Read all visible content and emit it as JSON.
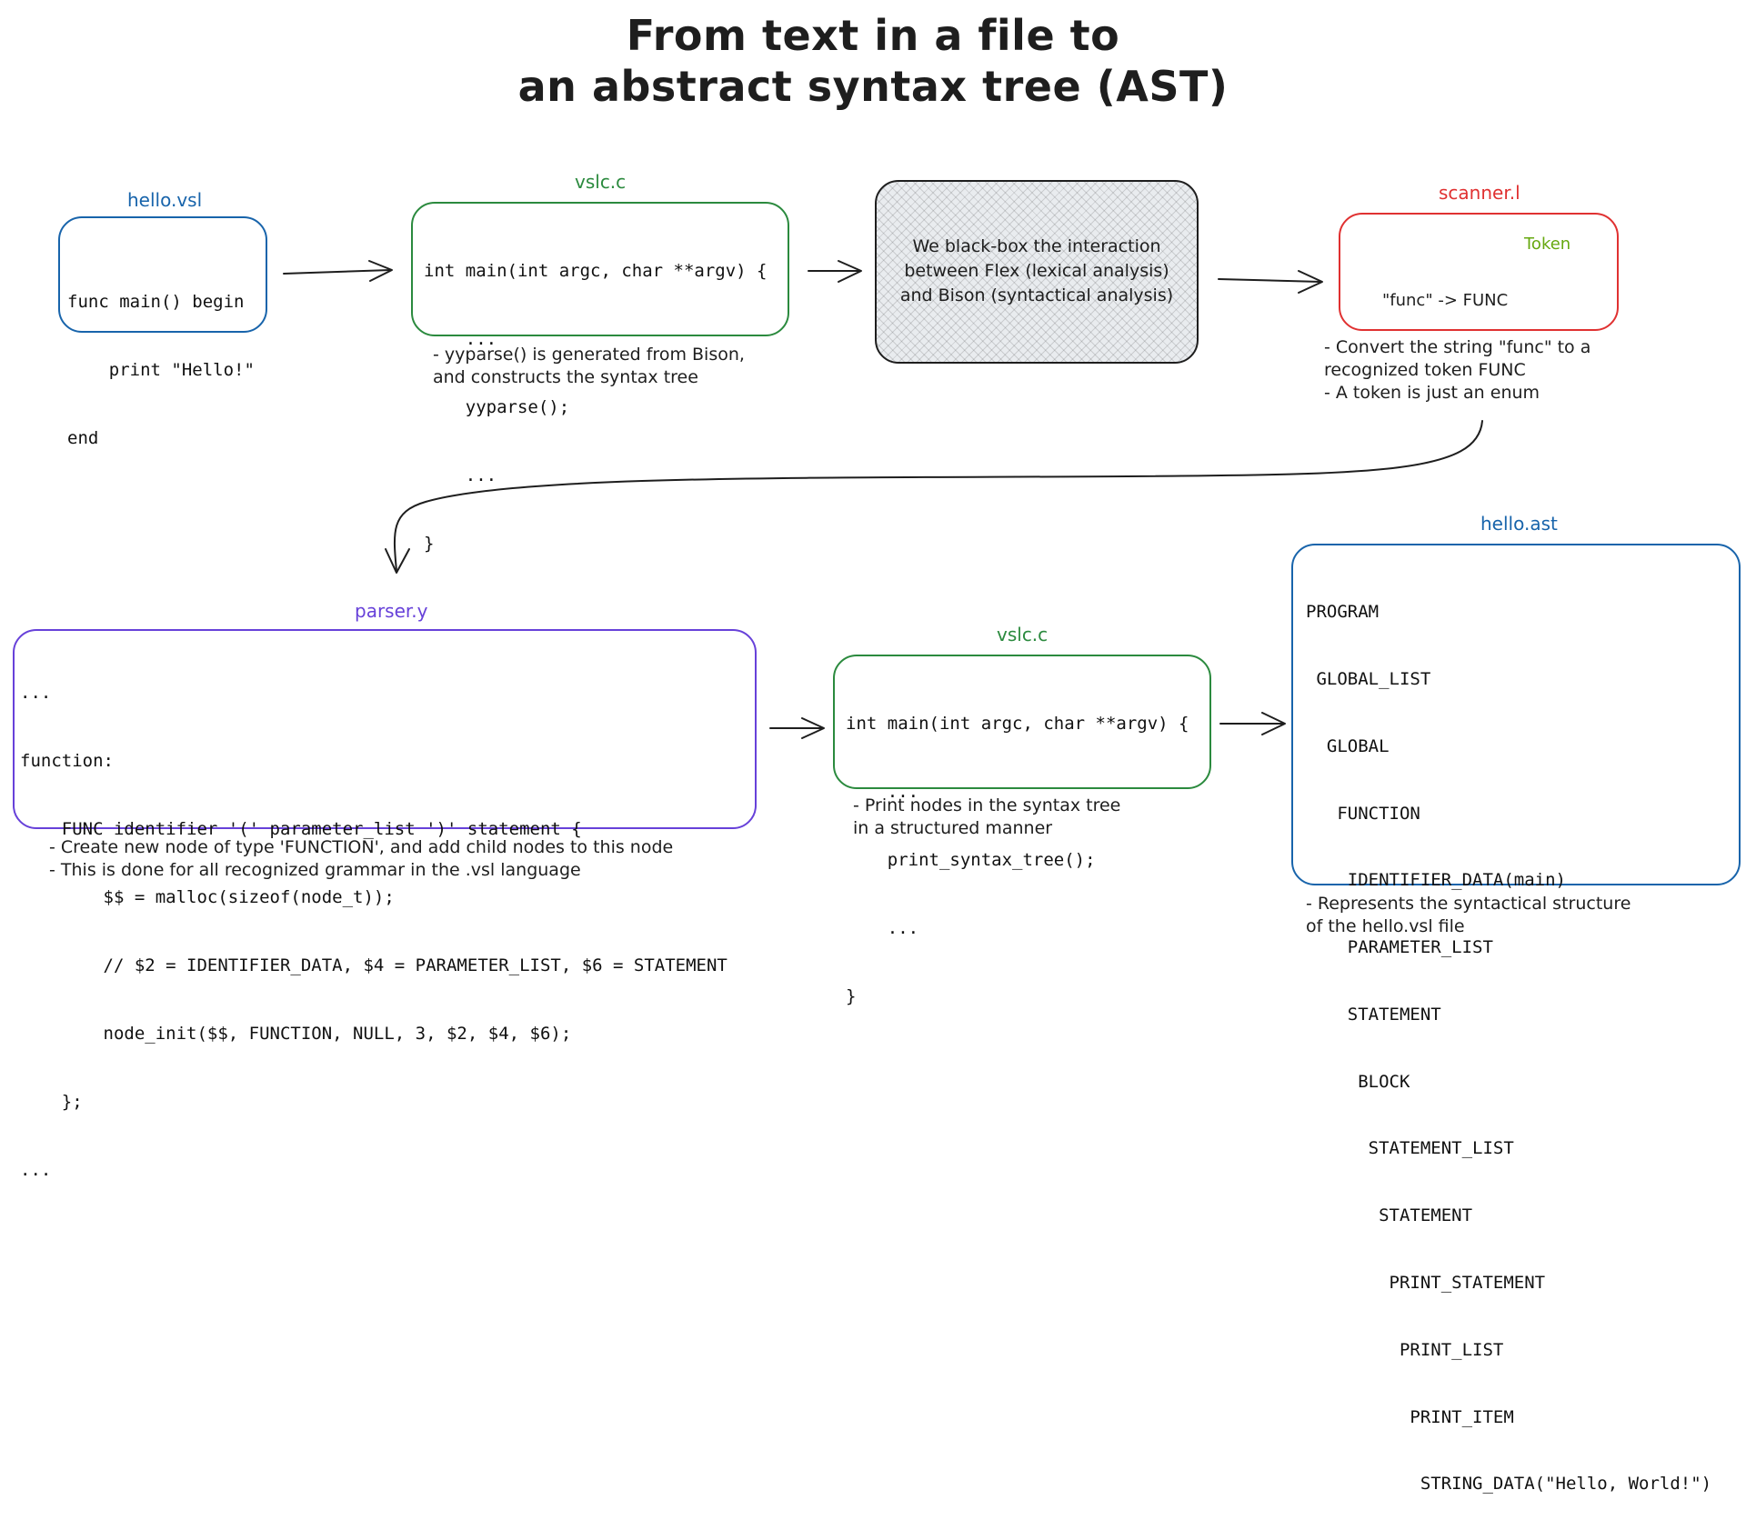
{
  "title": {
    "line1": "From text in a file to",
    "line2": "an abstract syntax tree (AST)"
  },
  "colors": {
    "blue": "#1864ab",
    "green": "#2b8a3e",
    "red": "#e03131",
    "purple": "#6741d9",
    "token_green": "#66a80f",
    "ink": "#1e1e1e"
  },
  "nodes": {
    "hello_vsl": {
      "label": "hello.vsl",
      "code": [
        "func main() begin",
        "    print \"Hello!\"",
        "end"
      ]
    },
    "vslc_top": {
      "label": "vslc.c",
      "code": [
        "int main(int argc, char **argv) {",
        "    ...",
        "    yyparse();",
        "    ...",
        "}"
      ],
      "notes": [
        "- yyparse() is generated from Bison,",
        "and constructs the syntax tree"
      ]
    },
    "blackbox": {
      "text": [
        "We black-box the interaction",
        "between Flex (lexical analysis)",
        "and Bison (syntactical analysis)"
      ]
    },
    "scanner": {
      "label": "scanner.l",
      "token_label": "Token",
      "rule": "\"func\" -> FUNC",
      "notes": [
        "- Convert the string \"func\" to a",
        "recognized token FUNC",
        "- A token is just an enum"
      ]
    },
    "parser": {
      "label": "parser.y",
      "code": [
        "...",
        "function:",
        "    FUNC identifier '(' parameter_list ')' statement {",
        "        $$ = malloc(sizeof(node_t));",
        "        // $2 = IDENTIFIER_DATA, $4 = PARAMETER_LIST, $6 = STATEMENT",
        "        node_init($$, FUNCTION, NULL, 3, $2, $4, $6);",
        "    };",
        "..."
      ],
      "notes": [
        "- Create new node of type 'FUNCTION', and add child nodes to this node",
        "- This is done for all recognized grammar in the .vsl language"
      ]
    },
    "vslc_bottom": {
      "label": "vslc.c",
      "code": [
        "int main(int argc, char **argv) {",
        "    ...",
        "    print_syntax_tree();",
        "    ...",
        "}"
      ],
      "notes": [
        "- Print nodes in the syntax tree",
        "in a structured manner"
      ]
    },
    "hello_ast": {
      "label": "hello.ast",
      "code": [
        "PROGRAM",
        " GLOBAL_LIST",
        "  GLOBAL",
        "   FUNCTION",
        "    IDENTIFIER_DATA(main)",
        "    PARAMETER_LIST",
        "    STATEMENT",
        "     BLOCK",
        "      STATEMENT_LIST",
        "       STATEMENT",
        "        PRINT_STATEMENT",
        "         PRINT_LIST",
        "          PRINT_ITEM",
        "           STRING_DATA(\"Hello, World!\")"
      ],
      "notes": [
        "- Represents the syntactical structure",
        "of the hello.vsl file"
      ]
    }
  }
}
